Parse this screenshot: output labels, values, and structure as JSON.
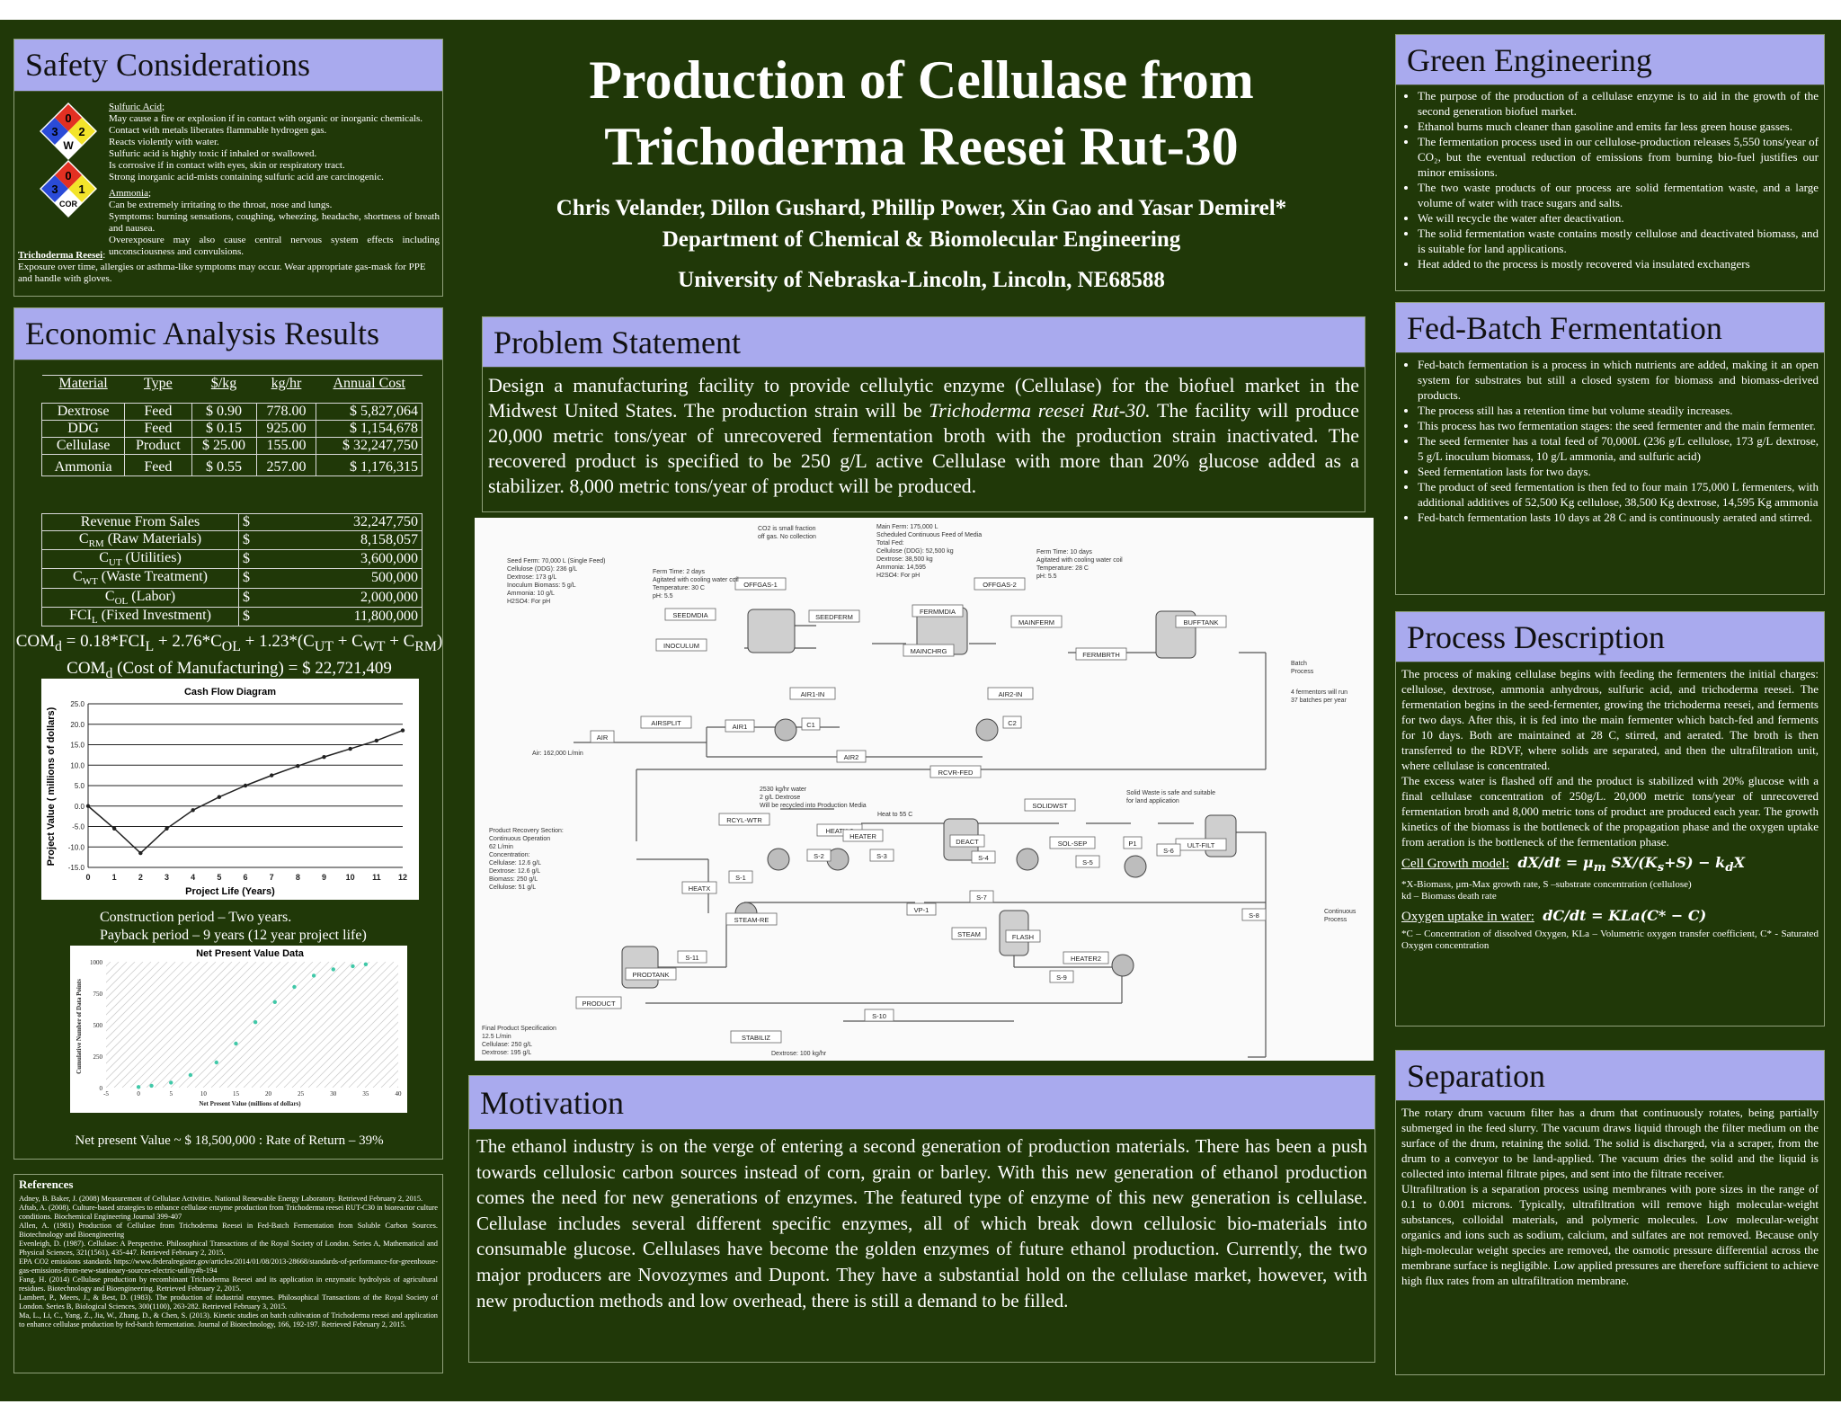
{
  "poster": {
    "title_line1": "Production of Cellulase from",
    "title_line2": "Trichoderma Reesei Rut-30",
    "authors": "Chris Velander, Dillon Gushard, Phillip Power, Xin Gao and Yasar Demirel*",
    "department": "Department of Chemical & Biomolecular Engineering",
    "university": "University of Nebraska-Lincoln, Lincoln, NE68588"
  },
  "safety": {
    "heading": "Safety Considerations",
    "sulfuric_title": "Sulfuric Acid",
    "sulfuric_lines": [
      "May cause a fire or explosion if in contact with organic or inorganic chemicals.",
      "Contact with metals liberates flammable hydrogen gas.",
      "Reacts violently with water.",
      "Sulfuric acid is highly toxic if inhaled or swallowed.",
      "Is corrosive if in contact with eyes, skin or respiratory tract.",
      "Strong inorganic acid-mists containing sulfuric acid are carcinogenic."
    ],
    "ammonia_title": "Ammonia",
    "ammonia_lines": [
      "Can be extremely irritating to the throat, nose and lungs.",
      "Symptoms: burning sensations, coughing, wheezing, headache, shortness of breath and nausea.",
      "Overexposure may also cause central nervous system effects including unconsciousness and convulsions."
    ],
    "trichoderma_title": "Trichoderma Reesei",
    "trichoderma_text": "Exposure over time, allergies or asthma-like symptoms may occur. Wear appropriate gas-mask for PPE and handle with gloves.",
    "diamond1": {
      "top": "0",
      "left": "3",
      "right": "2",
      "bottom": "W"
    },
    "diamond2": {
      "top": "0",
      "left": "3",
      "right": "1",
      "bottom": "COR"
    }
  },
  "economic": {
    "heading": "Economic Analysis Results",
    "headers": [
      "Material",
      "Type",
      "$/kg",
      "kg/hr",
      "Annual Cost"
    ],
    "rows": [
      [
        "Dextrose",
        "Feed",
        "$ 0.90",
        "778.00",
        "$ 5,827,064"
      ],
      [
        "DDG",
        "Feed",
        "$ 0.15",
        "925.00",
        "$ 1,154,678"
      ],
      [
        "Cellulase",
        "Product",
        "$ 25.00",
        "155.00",
        "$ 32,247,750"
      ],
      [
        "Ammonia",
        "Feed",
        "$ 0.55",
        "257.00",
        "$ 1,176,315"
      ]
    ],
    "cost_rows": [
      {
        "label": "Revenue From Sales",
        "sub": "",
        "suffix": "",
        "cur": "$",
        "value": "32,247,750"
      },
      {
        "label": "C",
        "sub": "RM",
        "suffix": " (Raw Materials)",
        "cur": "$",
        "value": "8,158,057"
      },
      {
        "label": "C",
        "sub": "UT",
        "suffix": " (Utilities)",
        "cur": "$",
        "value": "3,600,000"
      },
      {
        "label": "C",
        "sub": "WT",
        "suffix": " (Waste Treatment)",
        "cur": "$",
        "value": "500,000"
      },
      {
        "label": "C",
        "sub": "OL",
        "suffix": " (Labor)",
        "cur": "$",
        "value": "2,000,000"
      },
      {
        "label": "FCI",
        "sub": "L",
        "suffix": " (Fixed Investment)",
        "cur": "$",
        "value": "11,800,000"
      }
    ],
    "com_formula": "COMd = 0.18*FCIL + 2.76*COL + 1.23*(CUT + CWT + CRM)",
    "com_value": "COMd (Cost of Manufacturing) = $ 22,721,409",
    "construction": "Construction period – Two years.",
    "payback": "Payback period – 9 years (12 year project life)",
    "npv_text": "Net present Value ~ $ 18,500,000 : Rate of Return – 39%"
  },
  "chart_data": [
    {
      "type": "line",
      "title": "Cash Flow Diagram",
      "xlabel": "Project Life (Years)",
      "ylabel": "Project Value ( millions of dollars)",
      "x": [
        0,
        1,
        2,
        3,
        4,
        5,
        6,
        7,
        8,
        9,
        10,
        11,
        12
      ],
      "y": [
        0.0,
        -5.5,
        -11.5,
        -5.5,
        -1.0,
        2.2,
        5.0,
        7.5,
        9.8,
        12.0,
        14.0,
        16.0,
        18.5
      ],
      "xlim": [
        0,
        12
      ],
      "ylim": [
        -15,
        25
      ],
      "yticks": [
        -15,
        -10,
        -5,
        0,
        5,
        10,
        15,
        20,
        25
      ],
      "grid": true
    },
    {
      "type": "scatter",
      "title": "Net Present Value Data",
      "xlabel": "Net Present Value (millions of dollars)",
      "ylabel": "Cumulative Number of Data Points",
      "x": [
        0,
        2,
        5,
        8,
        12,
        15,
        18,
        21,
        24,
        27,
        30,
        33,
        35
      ],
      "y": [
        5,
        15,
        40,
        100,
        200,
        350,
        520,
        680,
        800,
        890,
        940,
        965,
        980
      ],
      "xlim": [
        -5,
        40
      ],
      "ylim": [
        0,
        1000
      ],
      "xticks": [
        -5,
        0,
        5,
        10,
        15,
        20,
        25,
        30,
        35,
        40
      ],
      "yticks": [
        0,
        250,
        500,
        750,
        1000
      ]
    }
  ],
  "references": {
    "heading": "References",
    "items": [
      "Adney, B. Baker, J. (2008) Measurement of Cellulase Activities. National Renewable Energy Laboratory. Retrieved February 2, 2015.",
      "Aftab, A. (2008). Culture-based strategies to enhance cellulase enzyme production from Trichoderma reesei RUT-C30 in bioreactor culture conditions. Biochemical Engineering Journal 399-407",
      "Allen, A. (1981) Production of Cellulase from Trichoderma Reesei in Fed-Batch Fermentation from Soluble Carbon Sources. Biotechnology and Bioengineering",
      "Evenleigh, D. (1987). Cellulase: A Perspective. Philosophical Transactions of the Royal Society of London. Series A, Mathematical and Physical Sciences, 321(1561), 435-447. Retrieved February 2, 2015.",
      "EPA CO2 emissions standards https://www.federalregister.gov/articles/2014/01/08/2013-28668/standards-of-performance-for-greenhouse-gas-emissions-from-new-stationary-sources-electric-utility#h-194",
      "Fang, H. (2014) Cellulase production by recombinant Trichoderma Reesei and its application in enzymatic hydrolysis of agricultural residues. Biotechnology and Bioengineering. Retrieved February 2, 2015.",
      "Lambert, P., Meers, J., & Best, D. (1983). The production of industrial enzymes. Philosophical Transactions of the Royal Society of London. Series B, Biological Sciences, 300(1100), 263-282. Retrieved February 3, 2015.",
      "Ma, L., Li, C., Yang, Z., Jia, W., Zhang, D., & Chen, S. (2013). Kinetic studies on batch cultivation of Trichoderma reesei and application to enhance cellulase production by fed-batch fermentation. Journal of Biotechnology, 166, 192-197. Retrieved February 2, 2015."
    ]
  },
  "problem": {
    "heading": "Problem Statement",
    "text_a": "Design a manufacturing facility to provide cellulytic enzyme (Cellulase) for the biofuel market in the Midwest United States. The production strain will be ",
    "text_italic": "Trichoderma reesei Rut-30.",
    "text_b": " The facility will produce 20,000 metric tons/year of unrecovered fermentation broth with the production strain inactivated. The recovered product is specified to be 250 g/L active Cellulase with more than 20% glucose added as a stabilizer. 8,000 metric tons/year of product will be produced."
  },
  "diagram": {
    "blocks": [
      "SEEDMDIA",
      "INOCULUM",
      "SEEDFERM",
      "OFFGAS-1",
      "MAINCHRG",
      "FERMMDIA",
      "MAINFERM",
      "OFFGAS-2",
      "FERMBRTH",
      "BUFFTANK",
      "AIR1-IN",
      "AIR2-IN",
      "AIR",
      "AIRSPLIT",
      "AIR1",
      "AIR2",
      "C1",
      "C2",
      "RCVR-FED",
      "RCYL-WTR",
      "HEATX-2",
      "HEATER",
      "DEACT",
      "SOLIDWST",
      "SOL-SEP",
      "P1",
      "ULT-FILT",
      "S-1",
      "S-2",
      "S-3",
      "S-4",
      "S-5",
      "S-6",
      "S-7",
      "S-8",
      "S-9",
      "S-10",
      "S-11",
      "HEATX",
      "STEAM-RE",
      "VP-1",
      "STEAM",
      "FLASH",
      "HEATER2",
      "PRODTANK",
      "PRODUCT",
      "STABILIZ"
    ],
    "notes": {
      "seed": "Seed Ferm: 70,000 L (Single Feed)\nCellulose (DDG): 236 g/L\nDextrose: 173 g/L\nInoculum Biomass: 5 g/L\nAmmonia: 10 g/L\nH2SO4: For pH",
      "co2": "CO2 is small fraction\noff gas. No collection",
      "ferm1": "Ferm Time: 2 days\nAgitated with cooling water coil\nTemperature: 30 C\npH: 5.5",
      "main": "Main Ferm: 175,000 L\nScheduled Continuous Feed of Media\nTotal Fed:\nCellulose (DDG): 52,500 kg\nDextrose: 38,500 kg\nAmmonia: 14,595\nH2SO4: For pH",
      "ferm2": "Ferm Time: 10 days\nAgitated with cooling water coil\nTemperature: 28 C\npH: 5.5",
      "batch": "Batch\nProcess",
      "fermentors": "4 fermentors will run\n37 batches per year",
      "air": "Air: 162,000 L/min",
      "water": "2530 kg/hr water\n2 g/L Dextrose\nWill be recycled into Production Media",
      "heat": "Heat to 55 C",
      "solid": "Solid Waste is safe and suitable\nfor land application",
      "recovery": "Product Recovery Section:\nContinuous Operation\n62 L/min\nConcentration:\nCellulase: 12.6 g/L\nDextrose: 12.6 g/L\nBiomass: 250 g/L\nCellulose: 51 g/L",
      "continuous": "Continuous\nProcess",
      "final": "Final Product Specification\n12.5 L/min\nCellulase: 250 g/L\nDextrose: 195 g/L",
      "dextrose": "Dextrose: 100 kg/hr"
    }
  },
  "motivation": {
    "heading": "Motivation",
    "text": "The ethanol industry is on the verge of entering a second generation of production materials. There has been a push towards cellulosic carbon sources instead of corn, grain or barley. With this new generation of ethanol production comes the need for new generations of enzymes.  The featured type of enzyme of this new generation is cellulase. Cellulase includes several different specific enzymes, all of which break down cellulosic bio-materials into consumable glucose. Cellulases have become the golden enzymes of future ethanol production. Currently, the two major producers are Novozymes and Dupont. They have a substantial hold on the cellulase market, however, with new production methods and low overhead, there is still a demand to be filled."
  },
  "green": {
    "heading": "Green Engineering",
    "items": [
      "The purpose of the production of a cellulase enzyme is to aid in the growth of the second generation biofuel market.",
      "Ethanol burns much cleaner than gasoline and emits far less green house gasses.",
      "The fermentation process used in our cellulose-production releases 5,550 tons/year of CO₂, but the eventual reduction of emissions from burning bio-fuel justifies our minor emissions.",
      "The two waste products of our process are solid fermentation waste, and a large volume of water with trace sugars and salts.",
      "We will recycle the water after deactivation.",
      "The solid fermentation waste contains mostly cellulose and deactivated biomass, and is suitable for land applications.",
      "Heat added to the process is mostly recovered via insulated exchangers"
    ]
  },
  "fedbatch": {
    "heading": "Fed-Batch Fermentation",
    "items": [
      "Fed-batch fermentation is a process in which nutrients are added, making it an open system for substrates but still a closed system for biomass and biomass-derived products.",
      "The process still has a retention time but volume steadily increases.",
      "This process has two fermentation stages: the seed fermenter and the main fermenter.",
      "The seed fermenter has a total feed of 70,000L (236 g/L cellulose, 173 g/L dextrose, 5 g/L inoculum biomass, 10 g/L ammonia, and sulfuric acid)",
      "Seed fermentation lasts for two days.",
      "The product of seed fermentation is then fed to four main 175,000 L fermenters, with additional additives of 52,500 Kg cellulose, 38,500 Kg dextrose, 14,595 Kg ammonia",
      "Fed-batch fermentation lasts 10 days at 28 C and is continuously aerated and stirred."
    ]
  },
  "process": {
    "heading": "Process Description",
    "p1": "The process of making cellulase begins with feeding the fermenters the initial charges: cellulose, dextrose, ammonia anhydrous, sulfuric acid, and trichoderma reesei. The fermentation begins in the seed-fermenter, growing the trichoderma reesei, and ferments for two days. After this, it is fed into the main fermenter which batch-fed and ferments for 10 days. Both are maintained at 28 C, stirred, and aerated. The broth is then transferred to the RDVF, where solids are separated, and then the ultrafiltration unit, where cellulase is concentrated.",
    "p2": "The excess water is flashed off and the product is stabilized with 20% glucose with a final cellulase concentration of 250g/L. 20,000 metric tons/year of unrecovered fermentation broth and 8,000 metric tons of product are produced each year. The growth kinetics of the biomass is the bottleneck of the propagation phase and the oxygen uptake from aeration is the bottleneck of the fermentation phase.",
    "growth_label": "Cell Growth model:",
    "growth_note": "*X-Biomass, μm-Max growth rate, S –substrate concentration (cellulose)",
    "growth_note2": "kd – Biomass death rate",
    "oxygen_label": "Oxygen uptake in water:",
    "oxygen_note": "*C – Concentration of dissolved Oxygen, KLa – Volumetric oxygen transfer coefficient, C* - Saturated Oxygen concentration"
  },
  "separation": {
    "heading": "Separation",
    "p1": "The rotary drum vacuum filter has a drum that continuously rotates, being partially submerged in the feed slurry. The vacuum draws liquid through the filter medium on the surface of the drum, retaining the solid. The solid is discharged, via a scraper, from the drum to a conveyor to be land-applied. The vacuum dries the solid and the liquid is collected into internal filtrate pipes, and sent into the filtrate receiver.",
    "p2": "Ultrafiltration is a separation process using membranes with pore sizes in the range of 0.1 to 0.001 microns. Typically, ultrafiltration will remove high molecular-weight substances, colloidal materials, and polymeric molecules. Low molecular-weight organics and ions such as sodium, calcium, and sulfates are not removed. Because only high-molecular weight species are removed, the osmotic pressure differential across the membrane surface is negligible. Low applied pressures are therefore sufficient to achieve high flux rates from an ultrafiltration membrane."
  },
  "colors": {
    "background": "#203808",
    "header": "#a9aaee",
    "text": "#ffffff"
  }
}
